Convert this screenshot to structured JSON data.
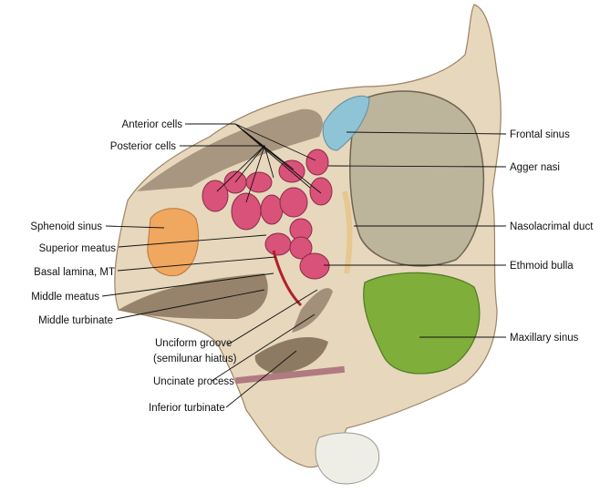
{
  "labels": {
    "anterior_cells": "Anterior cells",
    "posterior_cells": "Posterior cells",
    "sphenoid_sinus": "Sphenoid sinus",
    "superior_meatus": "Superior meatus",
    "basal_lamina": "Basal lamina, MT",
    "middle_meatus": "Middle meatus",
    "middle_turbinate": "Middle turbinate",
    "unciform_groove_1": "Unciform groove",
    "unciform_groove_2": "(semilunar hiatus)",
    "uncinate_process": "Uncinate process",
    "inferior_turbinate": "Inferior turbinate",
    "frontal_sinus": "Frontal sinus",
    "agger_nasi": "Agger nasi",
    "nasolacrimal_duct": "Nasolacrimal duct",
    "ethmoid_bulla": "Ethmoid bulla",
    "maxillary_sinus": "Maxillary sinus"
  },
  "colors": {
    "bone": "#e6d7bd",
    "orbit": "#bdb49c",
    "maxillary": "#7fae3a",
    "sphenoid": "#f0a760",
    "cells": "#d9527a",
    "frontal": "#8fc3d6",
    "turbinate": "#8e7a62"
  }
}
